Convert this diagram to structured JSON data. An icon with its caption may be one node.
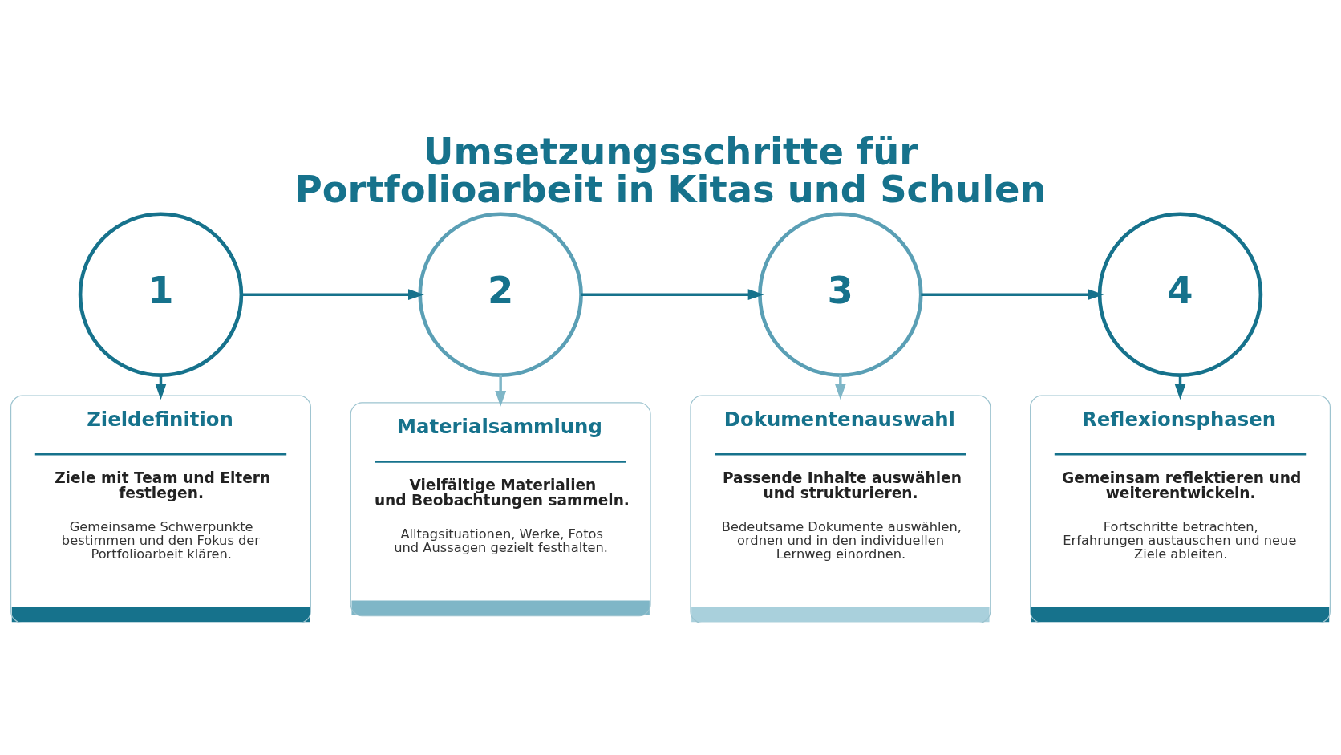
{
  "diagram": {
    "title": "Umsetzungsschritte für Portfolioarbeit in Kitas und Schulen",
    "nodes": [
      {
        "text": [
          "1"
        ]
      },
      {
        "text": [
          "2"
        ]
      },
      {
        "text": [
          "3"
        ]
      },
      {
        "text": [
          "4"
        ]
      },
      {
        "text": [
          "Zieldefinition",
          "Ziele mit Team und Eltern festlegen.",
          "Gemeinsame Schwerpunkte bestimmen und den Fokus der Portfolioarbeit klären."
        ]
      },
      {
        "text": [
          "Materialsammlung",
          "Vielfältige Materialien und Beobachtungen sammeln.",
          "Alltagsituationen, Werke, Fotos und Aussagen gezielt festhalten."
        ]
      },
      {
        "text": [
          "Dokumentenauswahl",
          "Passende Inhalte auswählen und strukturieren.",
          "Bedeutsame Dokumente auswählen, ordnen und in den individuellen Lernweg einordnen."
        ]
      },
      {
        "text": [
          "Reflexionsphasen",
          "Gemeinsam reflektieren und weiterentwickeln.",
          "Fortschritte betrachten, Erfahrungen austauschen und neue Ziele ableiten."
        ]
      }
    ],
    "edges": [
      {
        "from": 0,
        "to": 1,
        "arrow": "to"
      },
      {
        "from": 1,
        "to": 2,
        "arrow": "to"
      },
      {
        "from": 2,
        "to": 3,
        "arrow": "to"
      },
      {
        "from": 0,
        "to": 4,
        "arrow": "to"
      },
      {
        "from": 1,
        "to": 5,
        "arrow": "to",
        "color": "#7fb6c7"
      },
      {
        "from": 2,
        "to": 6,
        "arrow": "to",
        "color": "#7fb6c7"
      },
      {
        "from": 3,
        "to": 7,
        "arrow": "to"
      }
    ]
  }
}
